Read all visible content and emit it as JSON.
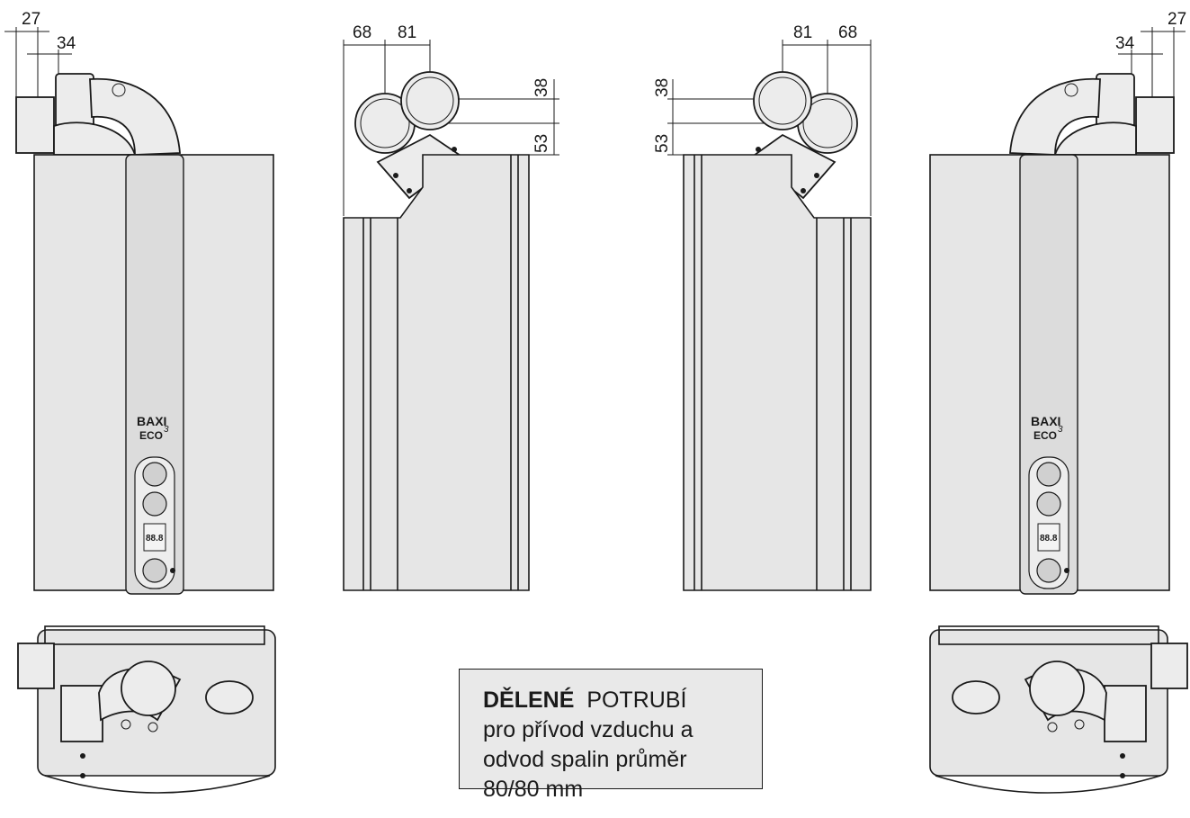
{
  "dimensions": {
    "left_view": {
      "offset_a": "27",
      "offset_b": "34"
    },
    "left_side_view": {
      "width_a": "68",
      "width_b": "81",
      "height_a": "38",
      "height_b": "53"
    },
    "right_side_view": {
      "width_a": "81",
      "width_b": "68",
      "height_a": "38",
      "height_b": "53"
    },
    "right_view": {
      "offset_a": "27",
      "offset_b": "34"
    }
  },
  "brand": {
    "name": "BAXI",
    "model": "ECO",
    "model_sup": "3",
    "display": "88.8"
  },
  "info": {
    "bold": "DĚLENÉ",
    "line1_rest": "POTRUBÍ",
    "line2": "pro přívod vzduchu a",
    "line3": "odvod spalin průměr",
    "line4": "80/80 mm"
  }
}
